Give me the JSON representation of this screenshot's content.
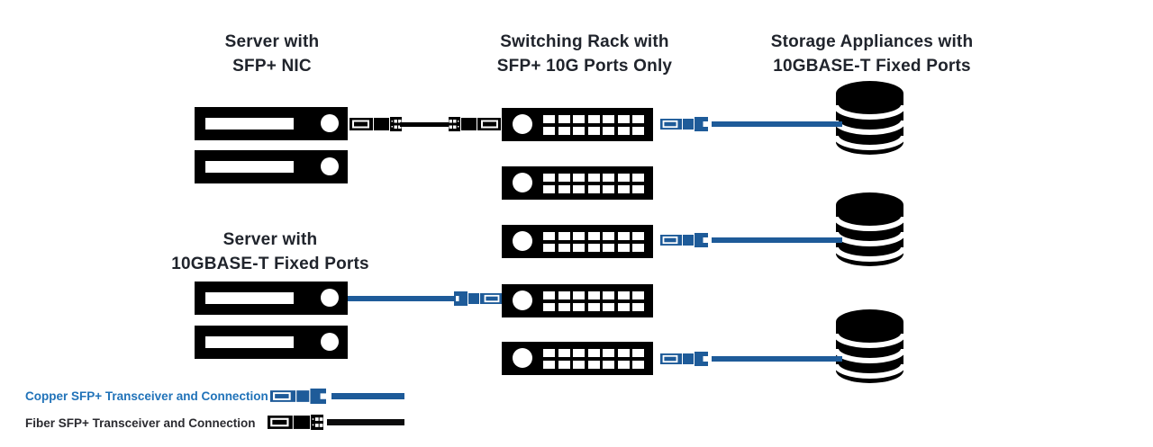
{
  "headings": {
    "server_sfp": {
      "line1": "Server with",
      "line2": "SFP+ NIC"
    },
    "switching_rack": {
      "line1": "Switching Rack with",
      "line2": "SFP+ 10G Ports Only"
    },
    "storage": {
      "line1": "Storage Appliances with",
      "line2": "10GBASE-T Fixed Ports"
    },
    "server_10gbase": {
      "line1": "Server with",
      "line2": "10GBASE-T Fixed Ports"
    }
  },
  "legend": {
    "copper": {
      "label": "Copper SFP+ Transceiver and Connection"
    },
    "fiber": {
      "label": "Fiber SFP+ Transceiver and Connection"
    }
  },
  "colors": {
    "copper_blue": "#1e5b99",
    "copper_legend_text": "#2173b9",
    "fiber_black": "#0b0b0c",
    "heading_text": "#20242c",
    "background": "#ffffff"
  }
}
